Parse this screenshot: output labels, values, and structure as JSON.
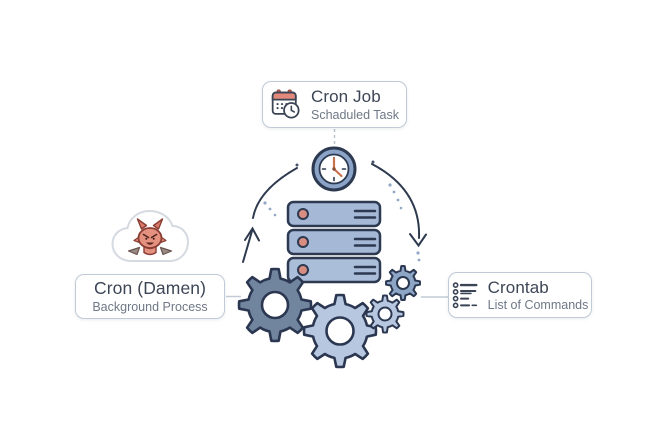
{
  "nodes": {
    "cron_job": {
      "title": "Cron Job",
      "subtitle": "Schaduled Task",
      "icon": "calendar-clock-icon"
    },
    "cron_daemon": {
      "title": "Cron (Damen)",
      "subtitle": "Background Process",
      "icon": "devil-cloud-icon"
    },
    "crontab": {
      "title": "Crontab",
      "subtitle": "List of Commands",
      "icon": "list-icon"
    }
  },
  "illustration": {
    "icons": [
      "clock-icon",
      "server-stack-icon",
      "gear-icon",
      "curved-arrow-up-icon",
      "curved-arrow-down-icon",
      "devil-cloud-icon"
    ],
    "server_rows": 3,
    "gear_count": 4
  },
  "colors": {
    "background": "#ffffff",
    "outline": "#2c3950",
    "node_border": "#c0cbd7",
    "title_text": "#3d4656",
    "subtitle_text": "#6e7886",
    "server_fill": "#a5b9d6",
    "clock_ring": "#8ba3c7",
    "gear_dark": "#71859f",
    "gear_mid": "#8ea6c6",
    "gear_light": "#b7c7e0",
    "accent_salmon": "#d98d80",
    "calendar_header": "#e2897c",
    "clock_hand": "#c8734d",
    "devil_red": "#e59180",
    "dot_trail": "#93a7c6",
    "connector": "#c3ccd6"
  }
}
